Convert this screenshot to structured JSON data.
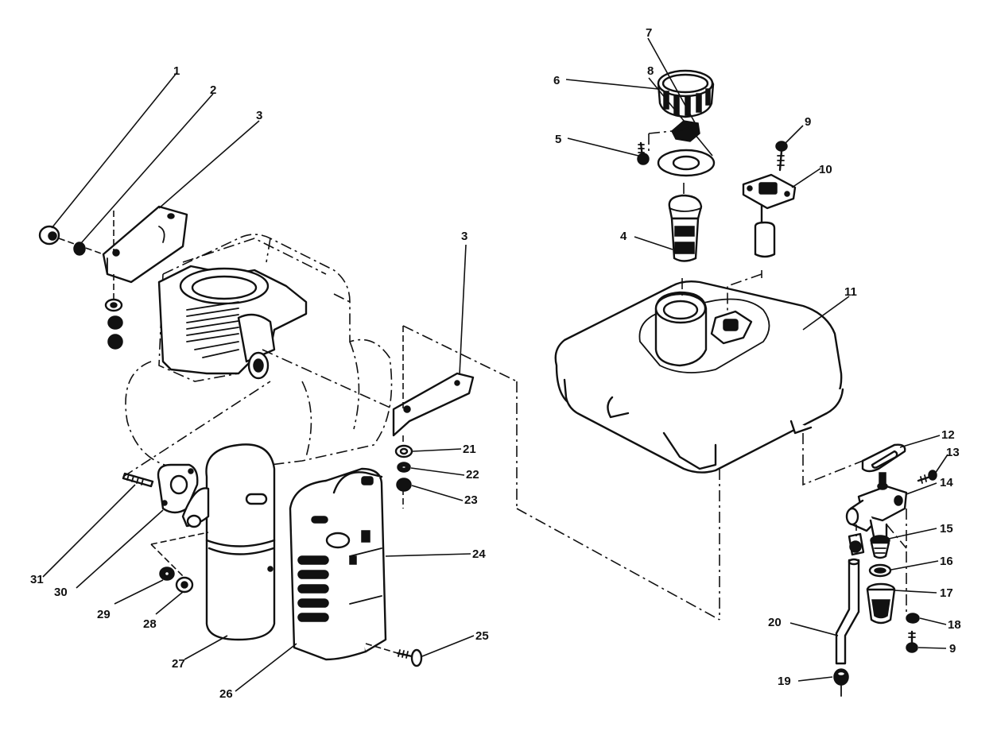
{
  "callouts": [
    {
      "id": "1",
      "label": "1"
    },
    {
      "id": "2",
      "label": "2"
    },
    {
      "id": "3a",
      "label": "3"
    },
    {
      "id": "3b",
      "label": "3"
    },
    {
      "id": "4",
      "label": "4"
    },
    {
      "id": "5",
      "label": "5"
    },
    {
      "id": "6",
      "label": "6"
    },
    {
      "id": "7",
      "label": "7"
    },
    {
      "id": "8",
      "label": "8"
    },
    {
      "id": "9a",
      "label": "9"
    },
    {
      "id": "9b",
      "label": "9"
    },
    {
      "id": "10",
      "label": "10"
    },
    {
      "id": "11",
      "label": "11"
    },
    {
      "id": "12",
      "label": "12"
    },
    {
      "id": "13",
      "label": "13"
    },
    {
      "id": "14",
      "label": "14"
    },
    {
      "id": "15",
      "label": "15"
    },
    {
      "id": "16",
      "label": "16"
    },
    {
      "id": "17",
      "label": "17"
    },
    {
      "id": "18",
      "label": "18"
    },
    {
      "id": "19",
      "label": "19"
    },
    {
      "id": "20",
      "label": "20"
    },
    {
      "id": "21",
      "label": "21"
    },
    {
      "id": "22",
      "label": "22"
    },
    {
      "id": "23",
      "label": "23"
    },
    {
      "id": "24",
      "label": "24"
    },
    {
      "id": "25",
      "label": "25"
    },
    {
      "id": "26",
      "label": "26"
    },
    {
      "id": "27",
      "label": "27"
    },
    {
      "id": "28",
      "label": "28"
    },
    {
      "id": "29",
      "label": "29"
    },
    {
      "id": "30",
      "label": "30"
    },
    {
      "id": "31",
      "label": "31"
    }
  ]
}
